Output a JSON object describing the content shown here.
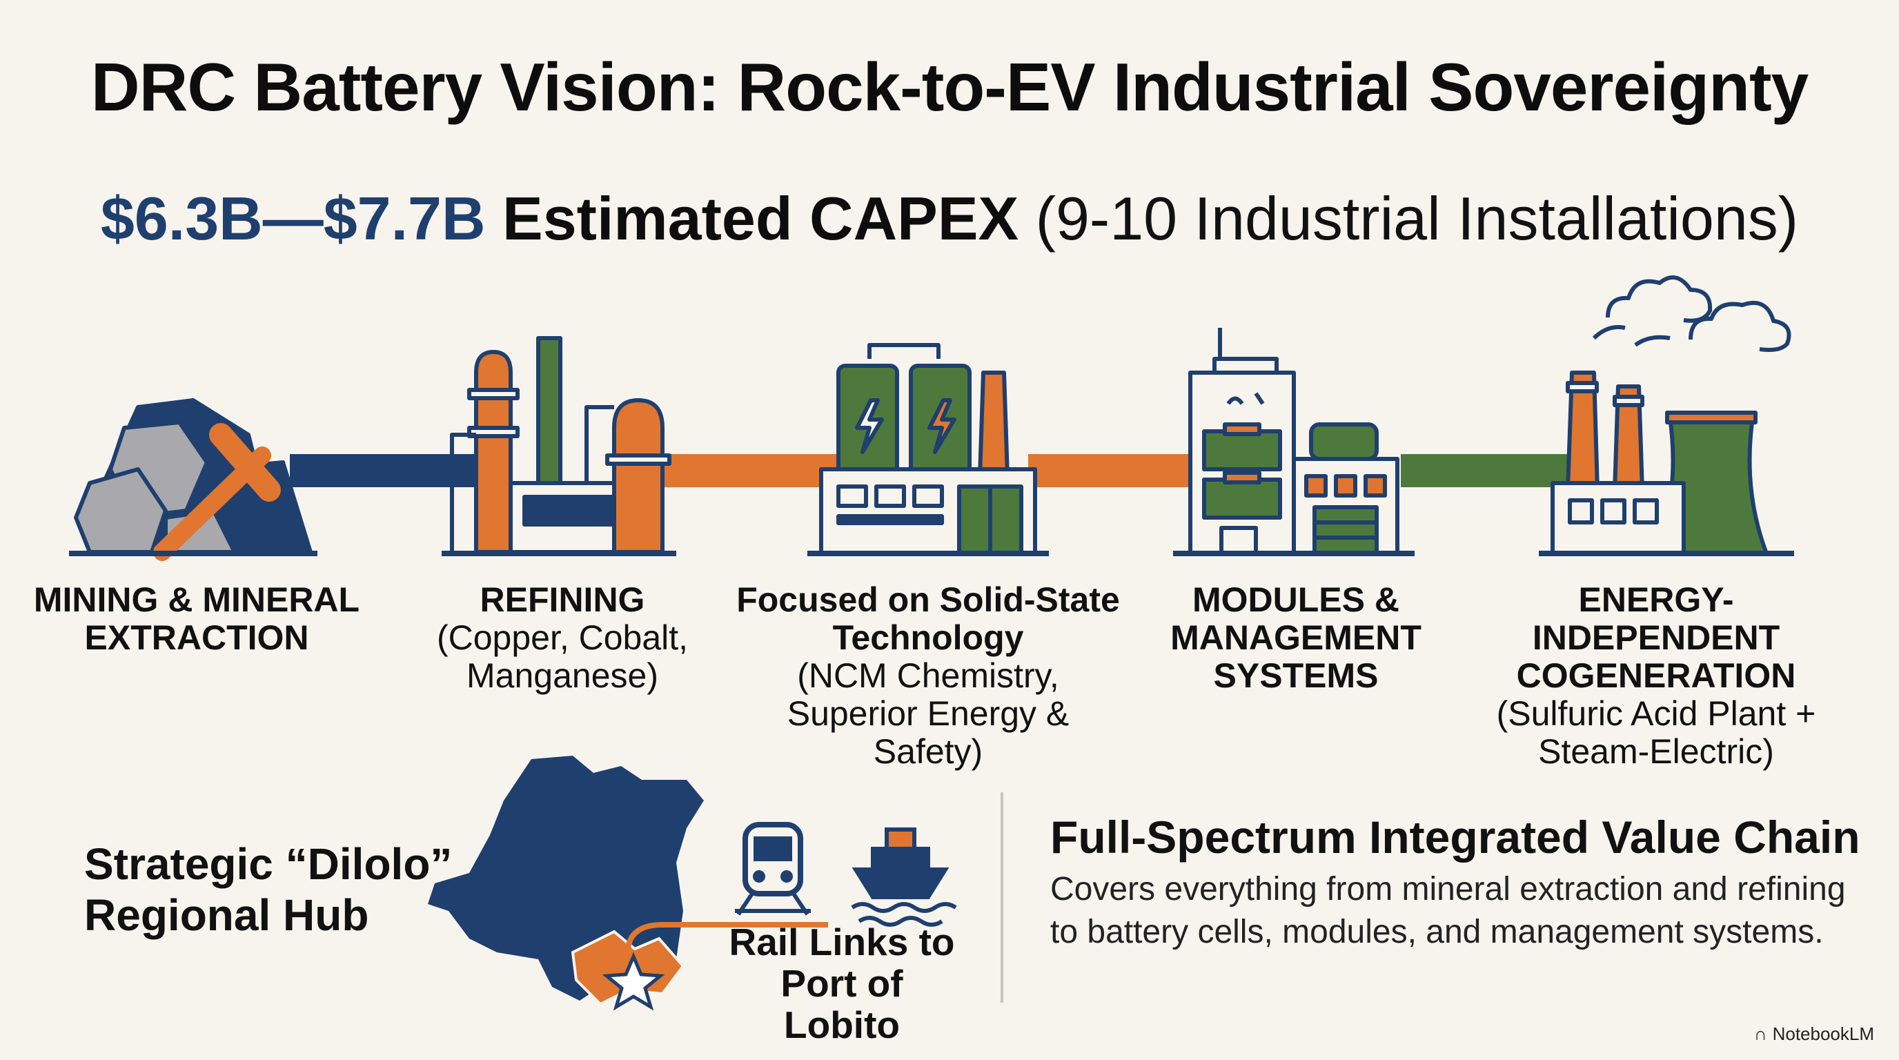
{
  "title": "DRC Battery Vision: Rock-to-EV Industrial Sovereignty",
  "capex": {
    "amount": "$6.3B—$7.7B",
    "label": "Estimated CAPEX",
    "detail": "(9-10 Industrial Installations)"
  },
  "stages": [
    {
      "heading": "MINING & MINERAL EXTRACTION",
      "detail": "",
      "icon": "mining-icon"
    },
    {
      "heading": "REFINING",
      "detail": "(Copper, Cobalt, Manganese)",
      "icon": "refinery-icon"
    },
    {
      "heading": "Focused on Solid-State Technology",
      "detail": "(NCM Chemistry, Superior Energy & Safety)",
      "icon": "battery-plant-icon"
    },
    {
      "heading": "MODULES & MANAGEMENT SYSTEMS",
      "detail": "",
      "icon": "module-factory-icon"
    },
    {
      "heading": "ENERGY-INDEPENDENT COGENERATION",
      "detail": "(Sulfuric Acid Plant + Steam-Electric)",
      "icon": "cogeneration-plant-icon"
    }
  ],
  "hub": {
    "label": "Strategic “Dilolo” Regional Hub"
  },
  "rail": {
    "label": "Rail Links to Port of Lobito"
  },
  "value_chain": {
    "title": "Full-Spectrum Integrated Value Chain",
    "description": "Covers everything from mineral extraction and refining to battery cells, modules, and management systems."
  },
  "brand": {
    "name": "NotebookLM"
  },
  "colors": {
    "navy": "#1f3f6e",
    "orange": "#e0762f",
    "green": "#4d7a3c",
    "gray": "#a9a9ad",
    "background": "#f7f4ee"
  }
}
